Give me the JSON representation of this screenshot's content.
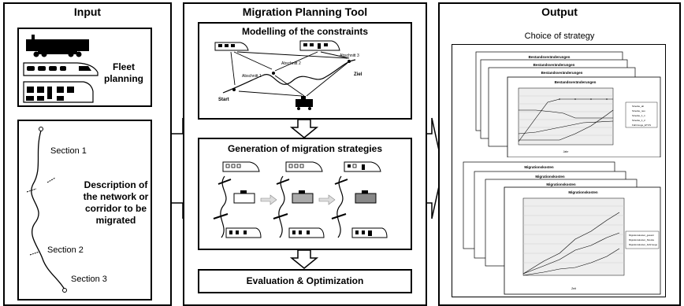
{
  "input": {
    "title": "Input",
    "fleet_label_line1": "Fleet",
    "fleet_label_line2": "planning",
    "network_desc": [
      "Description of",
      "the network or",
      "corridor to be",
      "migrated"
    ],
    "sections": [
      "Section 1",
      "Section 2",
      "Section 3"
    ]
  },
  "tool": {
    "title": "Migration Planning Tool",
    "modelling_title": "Modelling of the constraints",
    "generation_title": "Generation of migration strategies",
    "evaluation_title": "Evaluation & Optimization",
    "map_labels": {
      "start": "Start",
      "ziel": "Ziel",
      "abs1": "Abschnitt 1",
      "abs2": "Abschnitt 2",
      "abs3": "Abschnitt 3"
    }
  },
  "output": {
    "title": "Output",
    "subtitle": "Choice of strategy",
    "chart_top_titles": [
      "Bestandsveränderungen",
      "Bestandsveränderungen",
      "Bestandsveränderungen",
      "Bestandsveränderungen"
    ],
    "chart_bottom_titles": [
      "Migrationskosten",
      "Migrationskosten",
      "Migrationskosten",
      "Migrationskosten"
    ],
    "top_legend": [
      "Strecke_alt",
      "Strecke_neu",
      "Strecke_1_1",
      "Strecke_1_2",
      "Fahrzeuge_ETCS"
    ],
    "bottom_legend": [
      "Migrationskosten_gesamt",
      "Migrationskosten_Strecke",
      "Migrationskosten_Fahrzeuge"
    ],
    "top_xlabel": "Jahr",
    "bottom_xlabel": "Zeit",
    "colors": {
      "line": "#000000",
      "grid": "#c8c8c8"
    }
  }
}
